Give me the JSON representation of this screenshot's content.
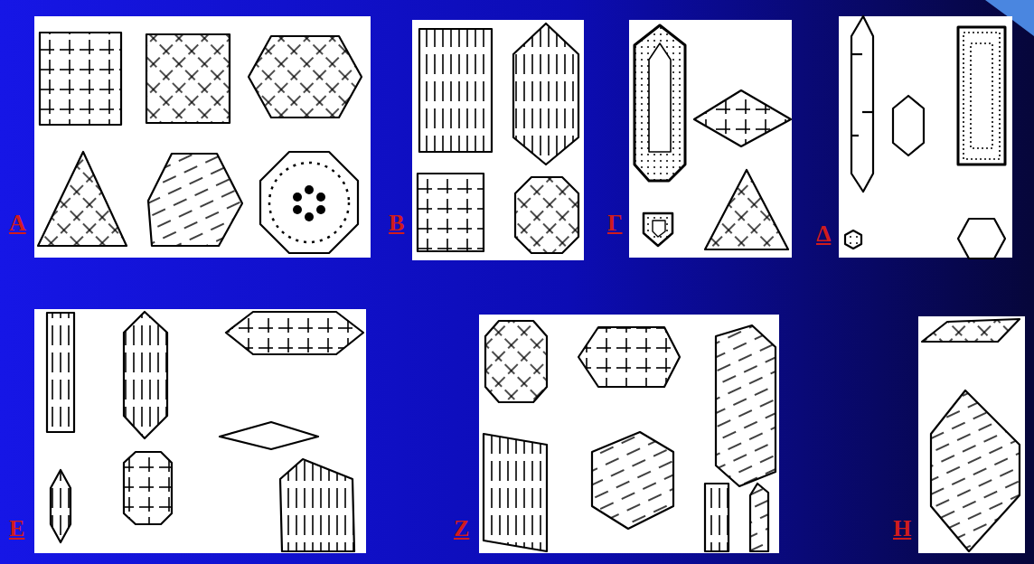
{
  "diagram": {
    "labels": [
      "A",
      "B",
      "Г",
      "Δ",
      "E",
      "Z",
      "H"
    ]
  }
}
